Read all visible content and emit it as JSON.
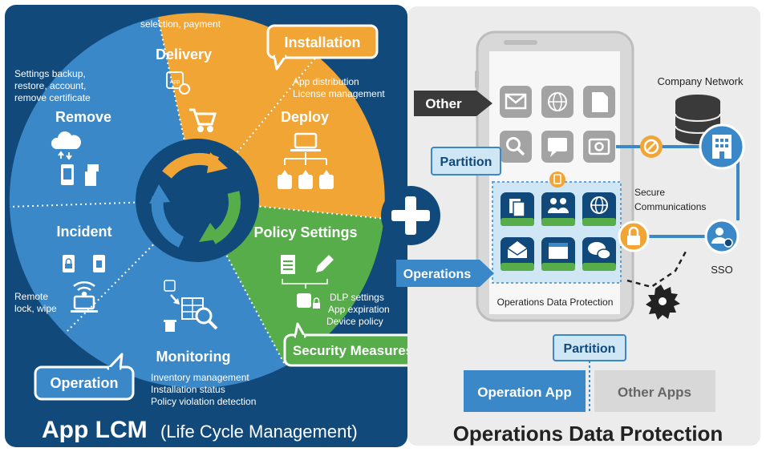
{
  "lcm": {
    "title_main": "App LCM",
    "title_sub": "(Life Cycle Management)",
    "segments": {
      "delivery": {
        "label": "Delivery",
        "note": "selection, payment"
      },
      "deploy": {
        "label": "Deploy",
        "note_line1": "App distribution",
        "note_line2": "License management"
      },
      "policy": {
        "label": "Policy Settings",
        "note_line1": "DLP settings",
        "note_line2": "App expiration",
        "note_line3": "Device policy"
      },
      "monitoring": {
        "label": "Monitoring",
        "note_line1": "Inventory management",
        "note_line2": "Installation status",
        "note_line3": "Policy violation detection"
      },
      "incident": {
        "label": "Incident",
        "note_line1": "Remote",
        "note_line2": "lock, wipe"
      },
      "remove": {
        "label": "Remove",
        "note_line1": "Settings backup,",
        "note_line2": "restore, account,",
        "note_line3": "remove certificate"
      }
    },
    "callouts": {
      "installation": "Installation",
      "security": "Security Measures",
      "operation": "Operation"
    },
    "app_badge": "App"
  },
  "odp": {
    "title": "Operations Data Protection",
    "company_network": "Company Network",
    "secure_line1": "Secure",
    "secure_line2": "Communications",
    "sso": "SSO",
    "phone_caption": "Operations Data Protection",
    "tags": {
      "other": "Other",
      "partition": "Partition",
      "operations": "Operations"
    },
    "bottom": {
      "partition": "Partition",
      "operation_app": "Operation App",
      "other_apps": "Other Apps"
    }
  },
  "colors": {
    "navy": "#11497a",
    "blue": "#3b88c8",
    "orange": "#f0a535",
    "green": "#58ad4b",
    "gray_icon": "#a3a3a3"
  }
}
